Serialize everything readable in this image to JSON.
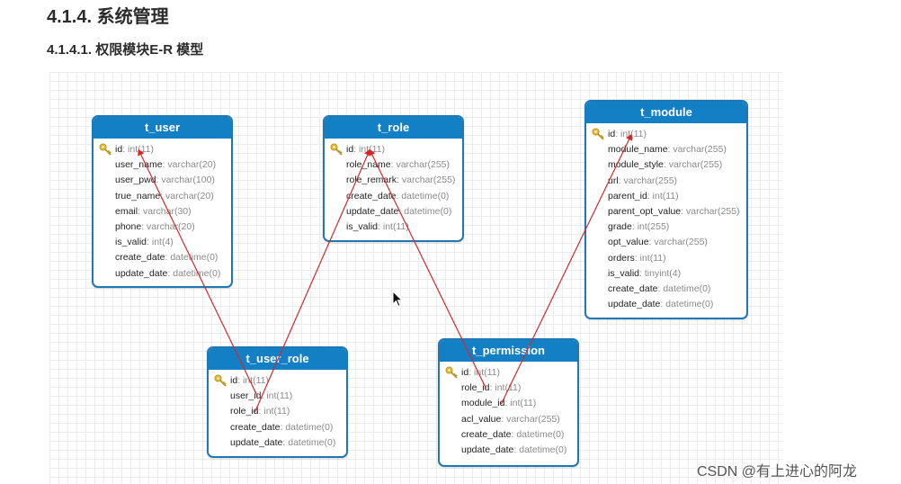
{
  "heading": "4.1.4. 系统管理",
  "subheading": "4.1.4.1. 权限模块E-R 模型",
  "tables": {
    "t_user": {
      "name": "t_user",
      "fields": [
        {
          "name": "id",
          "type": "int(11)",
          "pk": true
        },
        {
          "name": "user_name",
          "type": "varchar(20)"
        },
        {
          "name": "user_pwd",
          "type": "varchar(100)"
        },
        {
          "name": "true_name",
          "type": "varchar(20)"
        },
        {
          "name": "email",
          "type": "varchar(30)"
        },
        {
          "name": "phone",
          "type": "varchar(20)"
        },
        {
          "name": "is_valid",
          "type": "int(4)"
        },
        {
          "name": "create_date",
          "type": "datetime(0)"
        },
        {
          "name": "update_date",
          "type": "datetime(0)"
        }
      ]
    },
    "t_role": {
      "name": "t_role",
      "fields": [
        {
          "name": "id",
          "type": "int(11)",
          "pk": true
        },
        {
          "name": "role_name",
          "type": "varchar(255)"
        },
        {
          "name": "role_remark",
          "type": "varchar(255)"
        },
        {
          "name": "create_date",
          "type": "datetime(0)"
        },
        {
          "name": "update_date",
          "type": "datetime(0)"
        },
        {
          "name": "is_valid",
          "type": "int(11)"
        }
      ]
    },
    "t_module": {
      "name": "t_module",
      "fields": [
        {
          "name": "id",
          "type": "int(11)",
          "pk": true
        },
        {
          "name": "module_name",
          "type": "varchar(255)"
        },
        {
          "name": "module_style",
          "type": "varchar(255)"
        },
        {
          "name": "url",
          "type": "varchar(255)"
        },
        {
          "name": "parent_id",
          "type": "int(11)"
        },
        {
          "name": "parent_opt_value",
          "type": "varchar(255)"
        },
        {
          "name": "grade",
          "type": "int(255)"
        },
        {
          "name": "opt_value",
          "type": "varchar(255)"
        },
        {
          "name": "orders",
          "type": "int(11)"
        },
        {
          "name": "is_valid",
          "type": "tinyint(4)"
        },
        {
          "name": "create_date",
          "type": "datetime(0)"
        },
        {
          "name": "update_date",
          "type": "datetime(0)"
        }
      ]
    },
    "t_user_role": {
      "name": "t_user_role",
      "fields": [
        {
          "name": "id",
          "type": "int(11)",
          "pk": true
        },
        {
          "name": "user_id",
          "type": "int(11)"
        },
        {
          "name": "role_id",
          "type": "int(11)"
        },
        {
          "name": "create_date",
          "type": "datetime(0)"
        },
        {
          "name": "update_date",
          "type": "datetime(0)"
        }
      ]
    },
    "t_permission": {
      "name": "t_permission",
      "fields": [
        {
          "name": "id",
          "type": "int(11)",
          "pk": true
        },
        {
          "name": "role_id",
          "type": "int(11)"
        },
        {
          "name": "module_id",
          "type": "int(11)"
        },
        {
          "name": "acl_value",
          "type": "varchar(255)"
        },
        {
          "name": "create_date",
          "type": "datetime(0)"
        },
        {
          "name": "update_date",
          "type": "datetime(0)"
        }
      ]
    }
  },
  "relations": [
    {
      "from": "t_user_role.user_id",
      "to": "t_user.id"
    },
    {
      "from": "t_user_role.role_id",
      "to": "t_role.id"
    },
    {
      "from": "t_permission.role_id",
      "to": "t_role.id"
    },
    {
      "from": "t_permission.module_id",
      "to": "t_module.id"
    }
  ],
  "watermark": "CSDN @有上进心的阿龙",
  "colors": {
    "header": "#1380c6",
    "border": "#1f77b4",
    "relation": "#d62728",
    "key": "#e5b82e"
  }
}
